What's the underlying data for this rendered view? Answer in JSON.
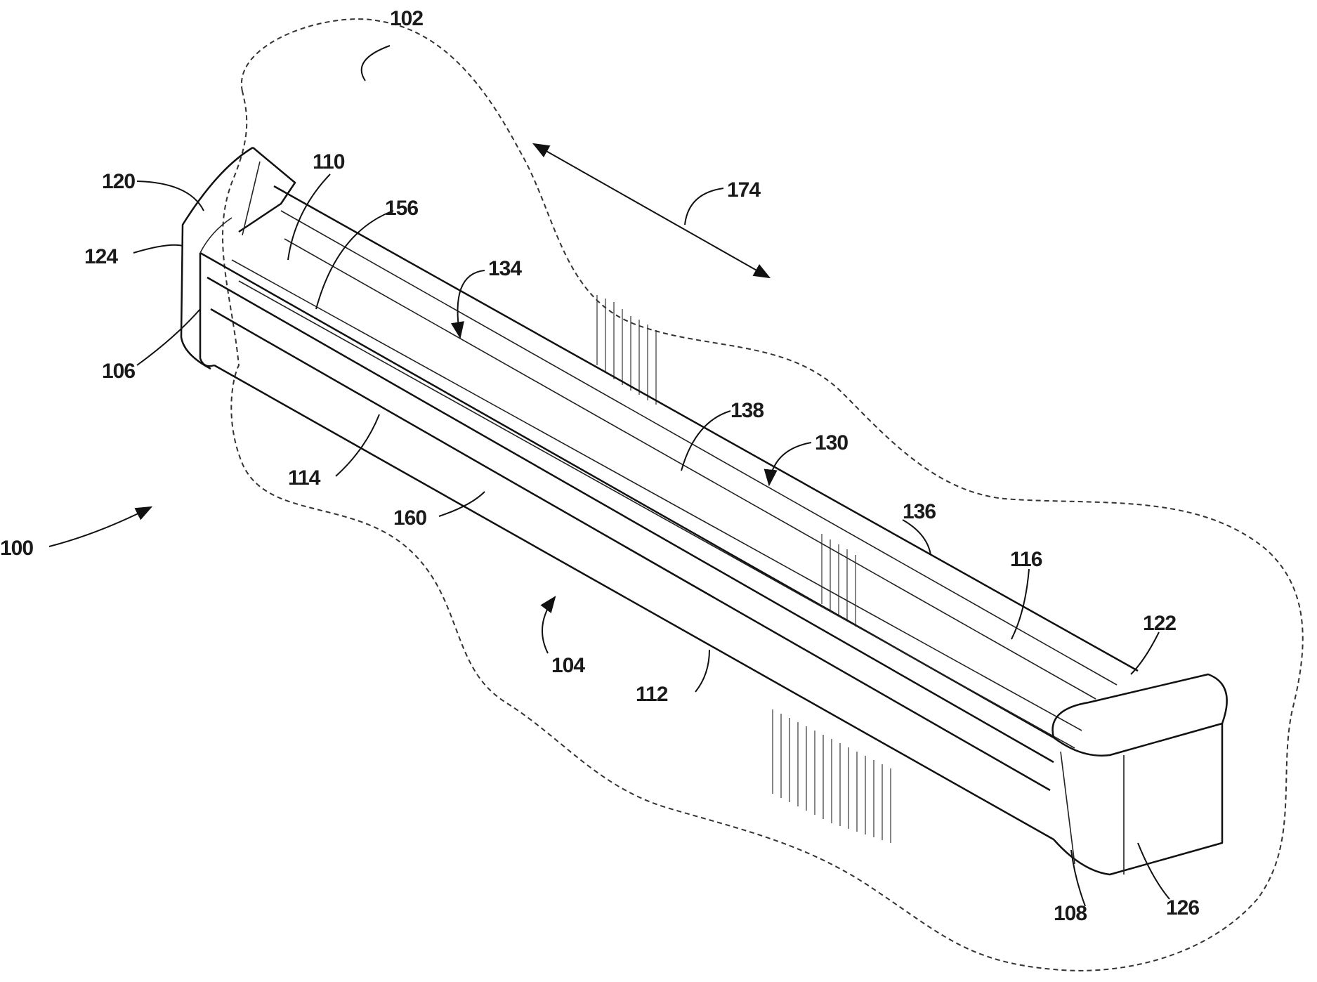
{
  "figure": {
    "reference_numerals": {
      "n100": "100",
      "n102": "102",
      "n104": "104",
      "n106": "106",
      "n108": "108",
      "n110": "110",
      "n112": "112",
      "n114": "114",
      "n116": "116",
      "n120": "120",
      "n122": "122",
      "n124": "124",
      "n126": "126",
      "n130": "130",
      "n134": "134",
      "n136": "136",
      "n138": "138",
      "n156": "156",
      "n160": "160",
      "n174": "174"
    }
  }
}
